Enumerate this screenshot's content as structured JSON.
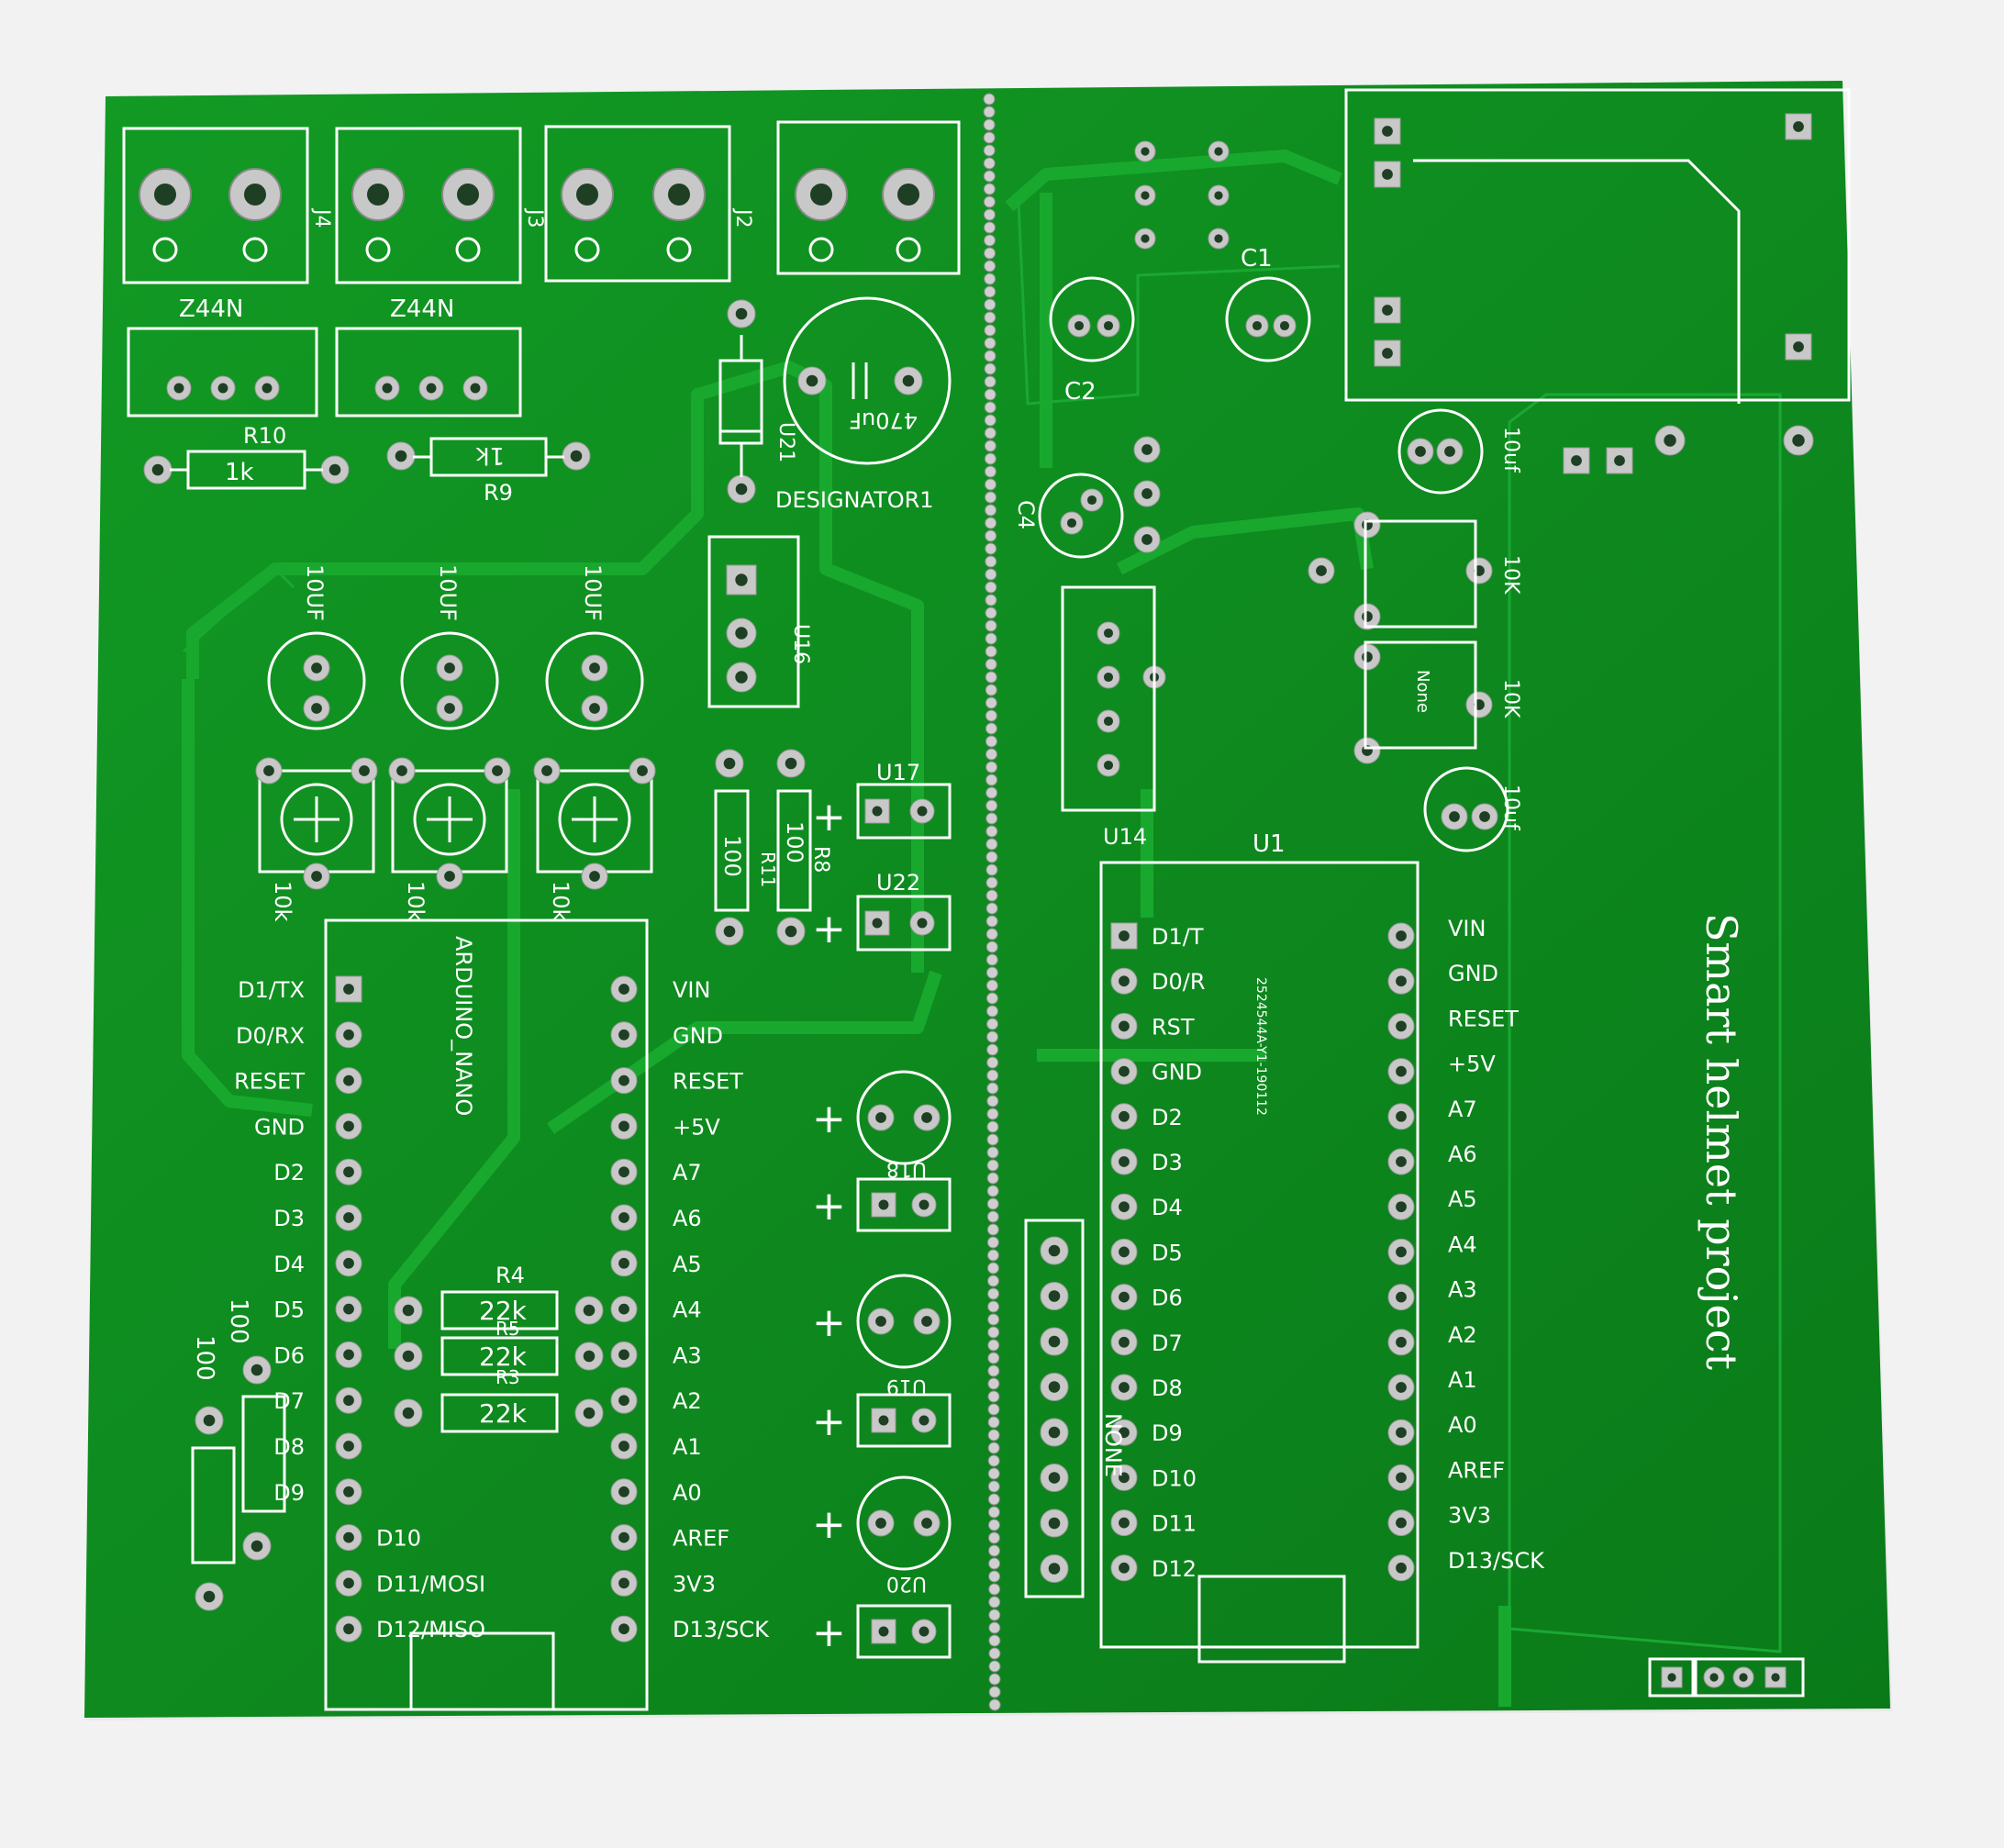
{
  "board": {
    "colors": {
      "background": "#f2f2f2",
      "soldermask": "#0e8a1e",
      "soldermask_dark": "#0b6f18",
      "trace": "#14a02a",
      "silkscreen": "#ffffff",
      "pad_metal": "#c8c8c8",
      "drill_hole": "#1e3f23"
    },
    "title_text": "Smart helmet project",
    "mosfet_labels": [
      "Z44N",
      "Z44N"
    ],
    "connector_labels": [
      "J4",
      "J3",
      "J2"
    ],
    "resistors": {
      "r10_ref": "R10",
      "r10_value": "1k",
      "r9_ref": "R9",
      "r9_value": "1k",
      "r8_ref": "R8",
      "r8_value": "100",
      "r11_ref": "R11",
      "r11_value": "100",
      "r4_ref": "R4",
      "r4_value": "22k",
      "r5_ref": "R5",
      "r5_value": "22k",
      "r3_ref": "R3",
      "r3_value": "22k",
      "left_vertical_a": "100",
      "left_vertical_b": "100"
    },
    "caps_upper_left": [
      "10UF",
      "10UF",
      "10UF"
    ],
    "pots_left": [
      "10k",
      "10k",
      "10k"
    ],
    "big_cap_value": "470uF",
    "big_cap_ref": "U21",
    "designator_label": "DESIGNATOR1",
    "regulator_ref": "U16",
    "u17_ref": "U17",
    "u22_ref": "U22",
    "u18_ref": "U18",
    "u19_ref": "U19",
    "u20_ref": "U20",
    "arduino_label": "ARDUINO_NANO",
    "left_nano_left_pins": [
      "D1/TX",
      "D0/RX",
      "RESET",
      "GND",
      "D2",
      "D3",
      "D4",
      "D5",
      "D6",
      "D7",
      "D8",
      "D9",
      "D10",
      "D11/MOSI",
      "D12/MISO"
    ],
    "left_nano_right_pins": [
      "VIN",
      "GND",
      "RESET",
      "+5V",
      "A7",
      "A6",
      "A5",
      "A4",
      "A3",
      "A2",
      "A1",
      "A0",
      "AREF",
      "3V3",
      "D13/SCK"
    ],
    "right_caps": {
      "c1": "C1",
      "c2": "C2",
      "c4": "C4"
    },
    "u14_ref": "U14",
    "u1_ref": "U1",
    "u1_code": "2524544A-Y1-190112",
    "none_label": "NONE",
    "right_side_values": {
      "cap_top": "10uf",
      "pot_a": "10K",
      "pot_b": "10K",
      "cap_bottom": "10uf",
      "pot_center_label": "None"
    },
    "right_nano_left_pins": [
      "D1/T",
      "D0/R",
      "RST",
      "GND",
      "D2",
      "D3",
      "D4",
      "D5",
      "D6",
      "D7",
      "D8",
      "D9",
      "D10",
      "D11",
      "D12"
    ],
    "right_nano_right_pins": [
      "VIN",
      "GND",
      "RESET",
      "+5V",
      "A7",
      "A6",
      "A5",
      "A4",
      "A3",
      "A2",
      "A1",
      "A0",
      "AREF",
      "3V3",
      "D13/SCK"
    ],
    "plus_sign": "+"
  }
}
